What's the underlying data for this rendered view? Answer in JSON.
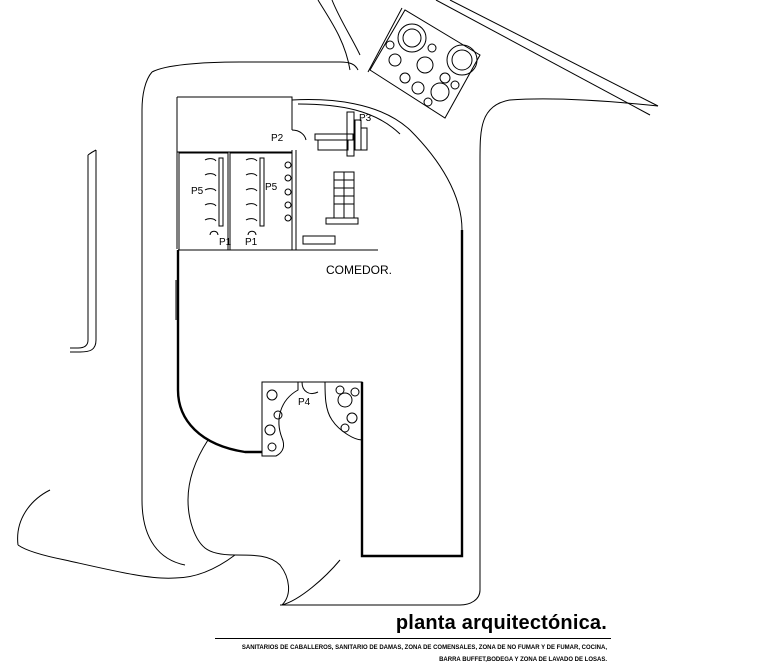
{
  "labels": {
    "dining": "COMEDOR.",
    "p1_left": "P1",
    "p1_right": "P1",
    "p2": "P2",
    "p3": "P3",
    "p4": "P4",
    "p5_left": "P5",
    "p5_right": "P5"
  },
  "title": {
    "main": "planta arquitectónica.",
    "description": "SANITARIOS DE CABALLEROS, SANITARIO DE DAMAS, ZONA DE COMENSALES, ZONA DE NO FUMAR Y DE FUMAR, COCINA, BARRA BUFFET,BODEGA Y ZONA DE LAVADO DE LOSAS."
  }
}
